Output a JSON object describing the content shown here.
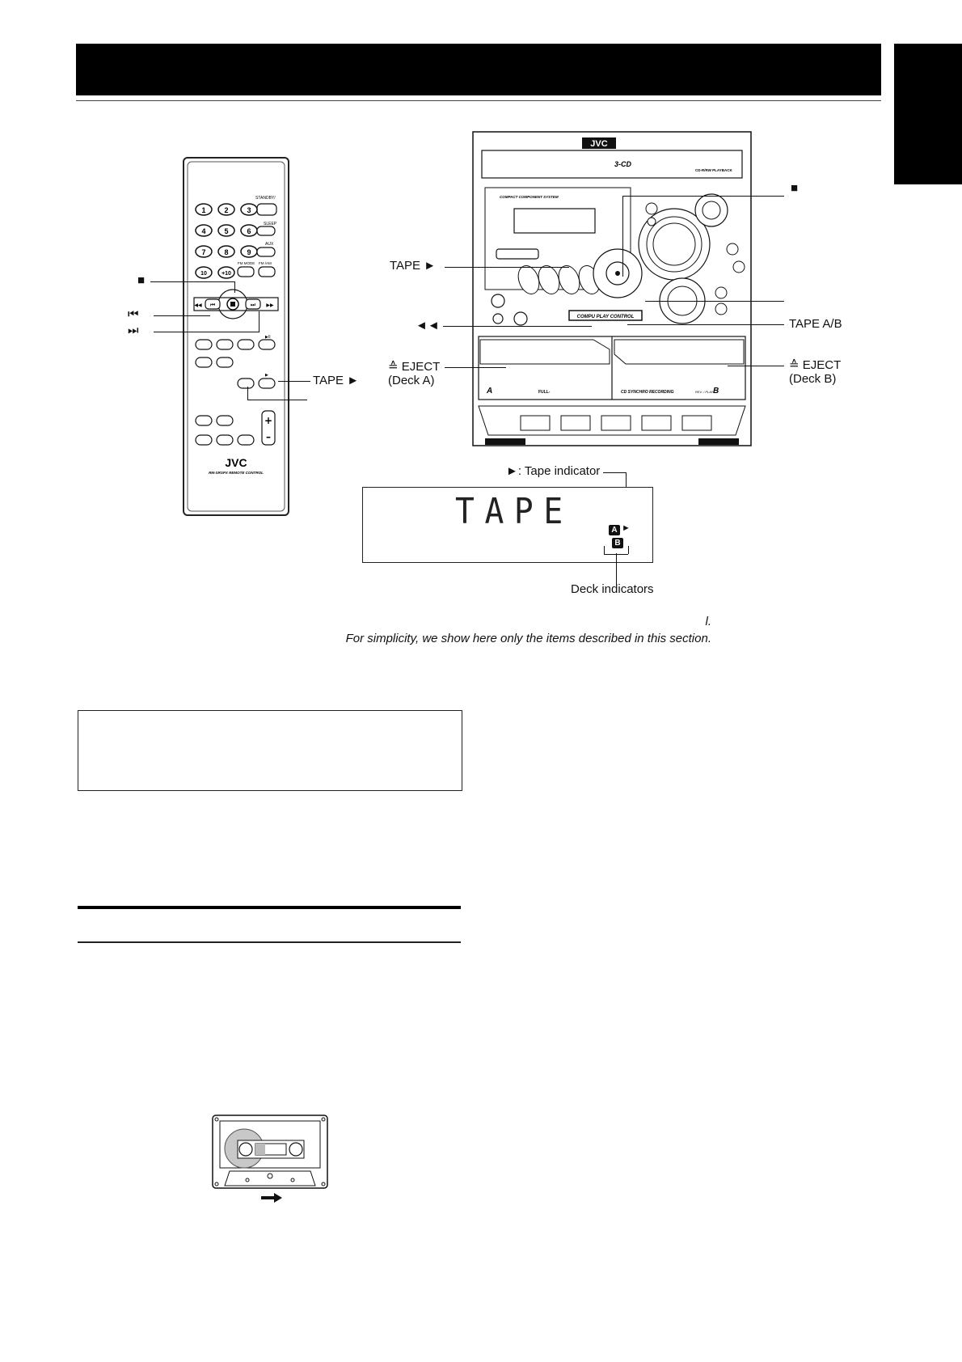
{
  "remote": {
    "standby_label": "STANDBY/",
    "sleep_label": "SLEEP",
    "aux_label": "AUX",
    "fm_mode_label": "FM MODE",
    "fm_am_label": "FM /AM",
    "brand": "JVC",
    "model_text": "RM-SRSPX REMOTE CONTROL",
    "num_buttons": [
      "1",
      "2",
      "3",
      "4",
      "5",
      "6",
      "7",
      "8",
      "9",
      "10",
      "+10"
    ]
  },
  "callouts": {
    "remote_stop": "■",
    "remote_prev": "⏮",
    "remote_next": "⏭",
    "remote_tape_play": "TAPE ►",
    "unit_tape_play": "TAPE ►",
    "unit_rewind": "◄◄",
    "unit_eject_a": "≙ EJECT",
    "unit_eject_a_sub": "(Deck A)",
    "unit_stop": "■",
    "unit_tape_ab": "TAPE A/B",
    "unit_eject_b": "≙ EJECT",
    "unit_eject_b_sub": "(Deck B)"
  },
  "unit": {
    "brand": "JVC",
    "disc_logo": "3-CD",
    "cd_label": "CD-R/RW PLAYBACK",
    "series": "COMPACT  COMPONENT  SYSTEM",
    "compu_play": "COMPU PLAY CONTROL",
    "deck_a": "A",
    "deck_b": "B",
    "full_label": "FULL-",
    "synchro": "CD SYNCHRO RECORDING",
    "rev_play": "REV. / PLAY"
  },
  "display": {
    "tape_indicator_label": "►: Tape indicator",
    "segment_text": "TAPE",
    "deck_a": "A",
    "deck_b": "B",
    "play_mark": "►",
    "deck_indicators_label": "Deck indicators"
  },
  "caption": {
    "line1": "l.",
    "line2": "For simplicity, we show here only the items described in this section."
  }
}
